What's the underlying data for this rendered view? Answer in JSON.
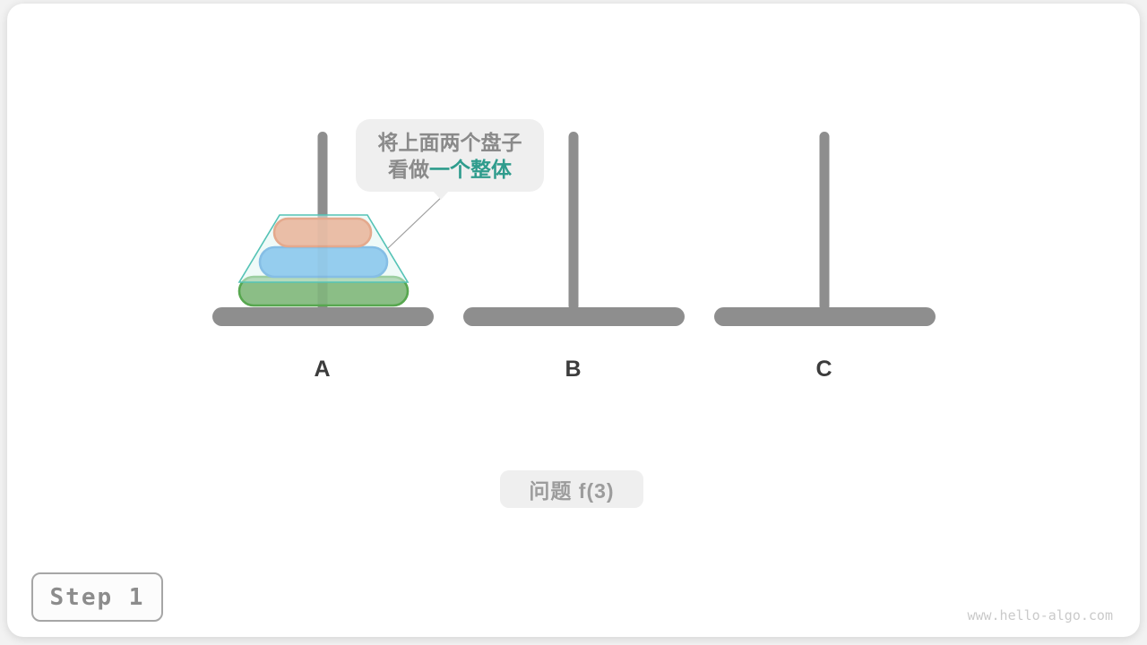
{
  "page": {
    "watermark": "www.hello-algo.com"
  },
  "callout": {
    "line1": "将上面两个盘子",
    "line2_prefix": "看做",
    "line2_highlight": "一个整体"
  },
  "pegs": {
    "labels": [
      "A",
      "B",
      "C"
    ]
  },
  "disks": [
    {
      "name": "disk-small-orange",
      "fill": "#f5865c",
      "stroke": "#e85c28"
    },
    {
      "name": "disk-medium-blue",
      "fill": "#4aa5eb",
      "stroke": "#2b86d9"
    },
    {
      "name": "disk-large-green",
      "fill": "#8bbe86",
      "stroke": "#57a74f"
    }
  ],
  "grouping": {
    "outline_stroke": "#55c3b6",
    "outline_fill": "rgba(224,245,242,0.5)"
  },
  "problem_badge": {
    "label": "问题 f(3)"
  },
  "step_badge": {
    "label": "Step 1"
  },
  "colors": {
    "peg": "#8e8e8e",
    "peg_label": "#3c3c3c",
    "callout_bg": "#efefef",
    "callout_text": "#8a8a8a",
    "callout_highlight": "#2f9c8d",
    "badge_bg": "#efefef",
    "badge_text": "#9c9c9c",
    "step_text": "#8c8c8c",
    "watermark": "#cacaca"
  }
}
